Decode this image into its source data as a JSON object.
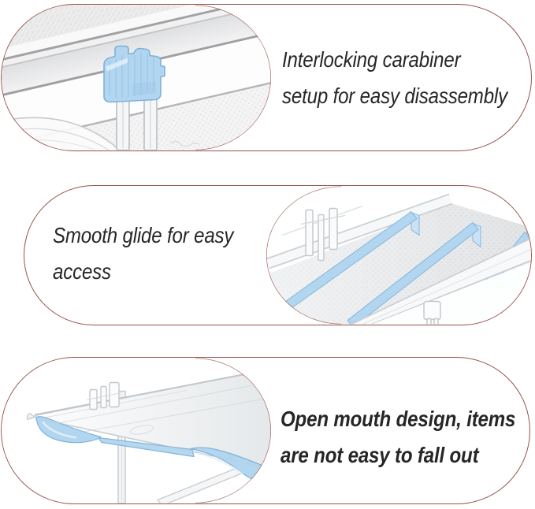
{
  "colors": {
    "oval_border": "#96524b",
    "accent_blue": "#b2d6f0",
    "accent_blue_edge": "#7fb1da",
    "accent_blue_light": "#c9e2f6",
    "text_color": "#262626",
    "page_bg": "#ffffff"
  },
  "sections": [
    {
      "id": "interlocking-carabiner",
      "caption_line1": "Interlocking carabiner",
      "caption_line2": "setup for easy disassembly",
      "photo_side": "left"
    },
    {
      "id": "smooth-glide",
      "caption_line1": "Smooth glide for easy",
      "caption_line2": "access",
      "photo_side": "right"
    },
    {
      "id": "open-mouth",
      "caption_line1": "Open mouth design, items",
      "caption_line2": "are not easy to fall out",
      "photo_side": "left"
    }
  ]
}
